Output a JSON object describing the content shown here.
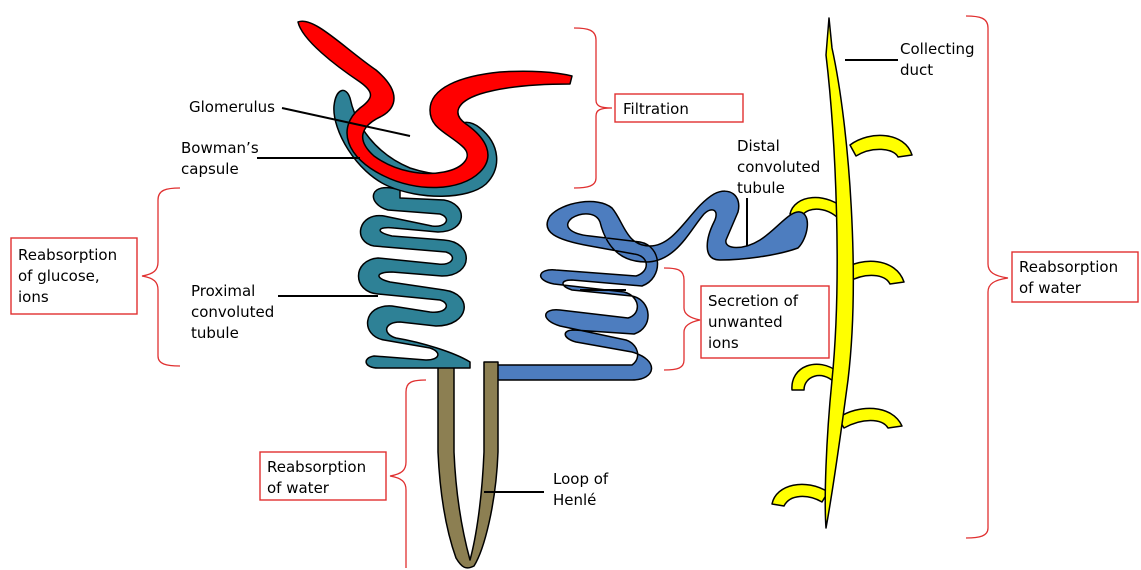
{
  "colors": {
    "glomerulus": "#ff0000",
    "bowmans_capsule": "#2e8196",
    "proximal_tubule": "#2e8196",
    "distal_tubule": "#4d7dbf",
    "loop_of_henle": "#8c7f52",
    "collecting_duct": "#ffff00",
    "outline": "#000000",
    "bracket": "#e03030"
  },
  "structures": {
    "glomerulus": "Glomerulus",
    "bowmans": [
      "Bowman’s",
      "capsule"
    ],
    "proximal": [
      "Proximal",
      "convoluted",
      "tubule"
    ],
    "distal": [
      "Distal",
      "convoluted",
      "tubule"
    ],
    "collecting": [
      "Collecting",
      "duct"
    ],
    "loop": [
      "Loop of",
      "Henlé"
    ]
  },
  "functions": {
    "filtration": [
      "Filtration"
    ],
    "reabsorption_glucose": [
      "Reabsorption",
      "of glucose,",
      "ions"
    ],
    "secretion": [
      "Secretion of",
      "unwanted",
      "ions"
    ],
    "reabsorption_water_loop": [
      "Reabsorption",
      "of water"
    ],
    "reabsorption_water_duct": [
      "Reabsorption",
      "of water"
    ]
  }
}
